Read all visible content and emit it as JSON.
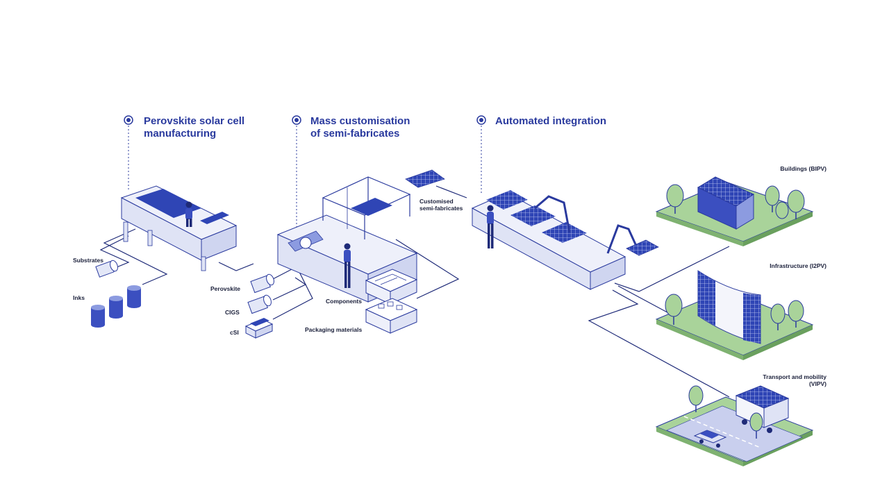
{
  "stages": [
    {
      "title": "Perovskite solar cell\nmanufacturing"
    },
    {
      "title": "Mass customisation\nof semi-fabricates"
    },
    {
      "title": "Automated integration"
    }
  ],
  "inputs": {
    "substrates": "Substrates",
    "inks": "Inks",
    "perovskite": "Perovskite",
    "cigs": "CIGS",
    "csi": "cSI",
    "components": "Components",
    "packaging": "Packaging materials",
    "semi_fabricates": "Customised\nsemi-fabricates"
  },
  "applications": {
    "bipv": "Buildings (BIPV)",
    "i2pv": "Infrastructure (I2PV)",
    "vipv": "Transport and mobility\n(VIPV)"
  },
  "colors": {
    "accent": "#2a3a9e",
    "panel": "#2f45b5",
    "line": "#1e2a78",
    "grass": "#a9d39a",
    "machine": "#e8ebf8"
  }
}
